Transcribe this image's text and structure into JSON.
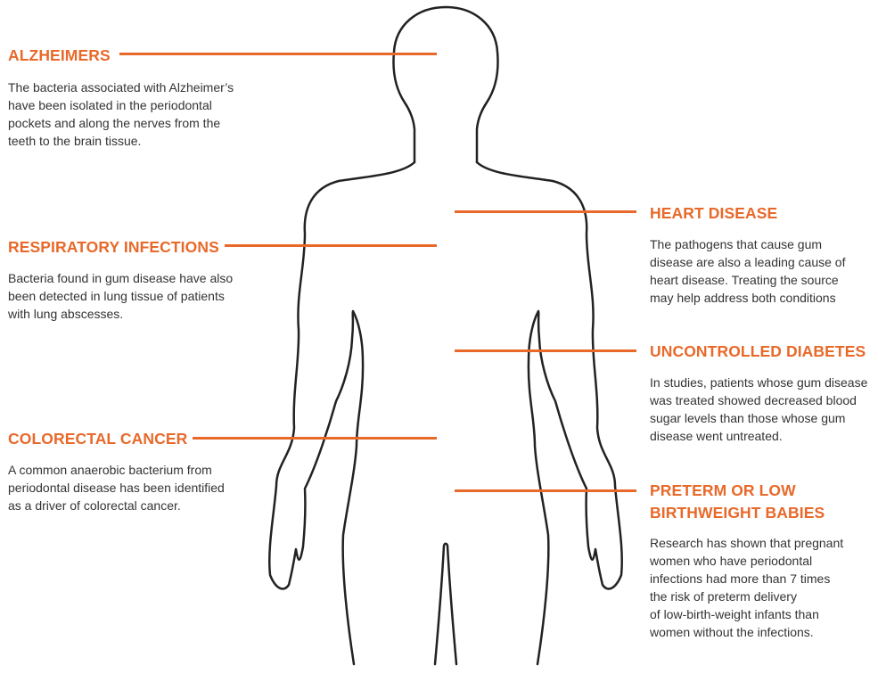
{
  "colors": {
    "accent": "#e8692a",
    "outline": "#222222",
    "text": "#333333"
  },
  "conditions": {
    "alzheimers": {
      "title": "ALZHEIMERS",
      "description": "The bacteria associated with Alzheimer’s\nhave been isolated in the periodontal\npockets and along the nerves from the\nteeth to the brain tissue."
    },
    "respiratory": {
      "title": "RESPIRATORY INFECTIONS",
      "description": "Bacteria found in gum disease have also\nbeen detected in lung tissue of patients\nwith lung abscesses."
    },
    "colorectal": {
      "title": "COLORECTAL CANCER",
      "description": "A common anaerobic bacterium from\nperiodontal disease has been identified\nas a driver of colorectal cancer."
    },
    "heart": {
      "title": "HEART DISEASE",
      "description": "The pathogens that cause gum\ndisease are also a leading cause of\nheart disease. Treating the source\nmay help address both conditions"
    },
    "diabetes": {
      "title": "UNCONTROLLED DIABETES",
      "description": "In studies, patients whose gum disease\nwas treated showed decreased blood\nsugar levels than those whose gum\ndisease went untreated."
    },
    "preterm": {
      "title": "PRETERM OR LOW\nBIRTHWEIGHT BABIES",
      "description": "Research has shown that pregnant\nwomen who have periodontal\ninfections had more than 7 times\nthe risk of preterm delivery\nof low-birth-weight infants than\nwomen without the infections."
    }
  }
}
